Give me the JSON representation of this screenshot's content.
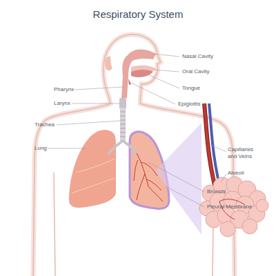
{
  "diagram": {
    "title": "Respiratory System",
    "labels": [
      "Nasal Cavity",
      "Oral Cavity",
      "Pharynx",
      "Tongue",
      "Larynx",
      "Epiglottis",
      "Trachea",
      "Capillaries and Veins",
      "Alveoli",
      "Lung",
      "Bronchi",
      "Pleural Membrane"
    ]
  }
}
